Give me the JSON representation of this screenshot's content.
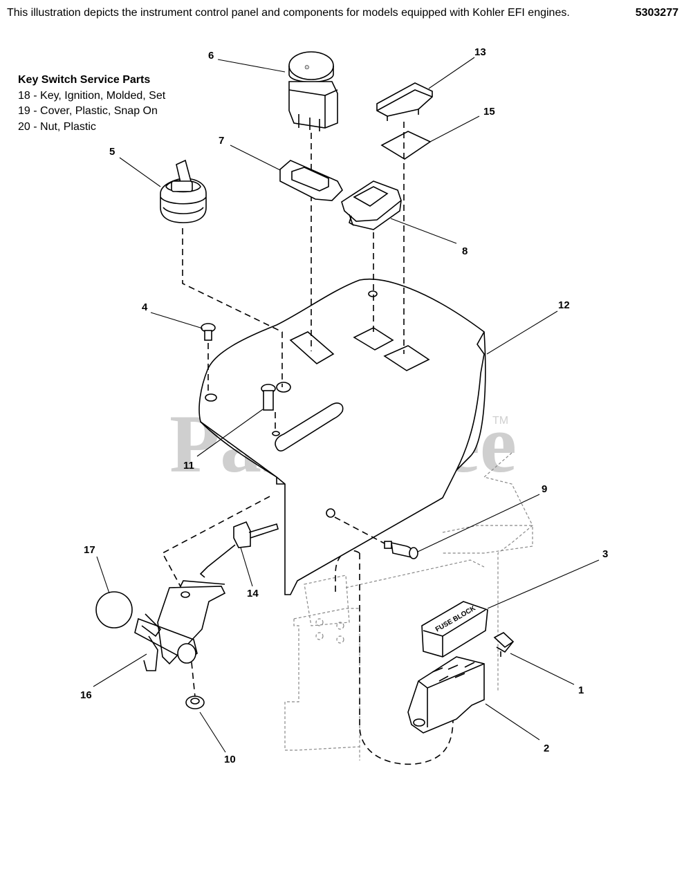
{
  "header": {
    "caption": "This illustration depicts the instrument control panel and components for models equipped with Kohler EFI engines.",
    "doc_number": "5303277"
  },
  "service_parts": {
    "heading": "Key Switch Service Parts",
    "items": [
      "18 - Key, Ignition, Molded, Set",
      "19 - Cover, Plastic, Snap On",
      "20 - Nut, Plastic"
    ]
  },
  "watermark": {
    "text": "PartsTree",
    "tm": "TM"
  },
  "callouts": {
    "c1": "1",
    "c2": "2",
    "c3": "3",
    "c4": "4",
    "c5": "5",
    "c6": "6",
    "c7": "7",
    "c8": "8",
    "c9": "9",
    "c10": "10",
    "c11": "11",
    "c12": "12",
    "c13": "13",
    "c14": "14",
    "c15": "15",
    "c16": "16",
    "c17": "17"
  },
  "fuse_block_label": "FUSE BLOCK"
}
